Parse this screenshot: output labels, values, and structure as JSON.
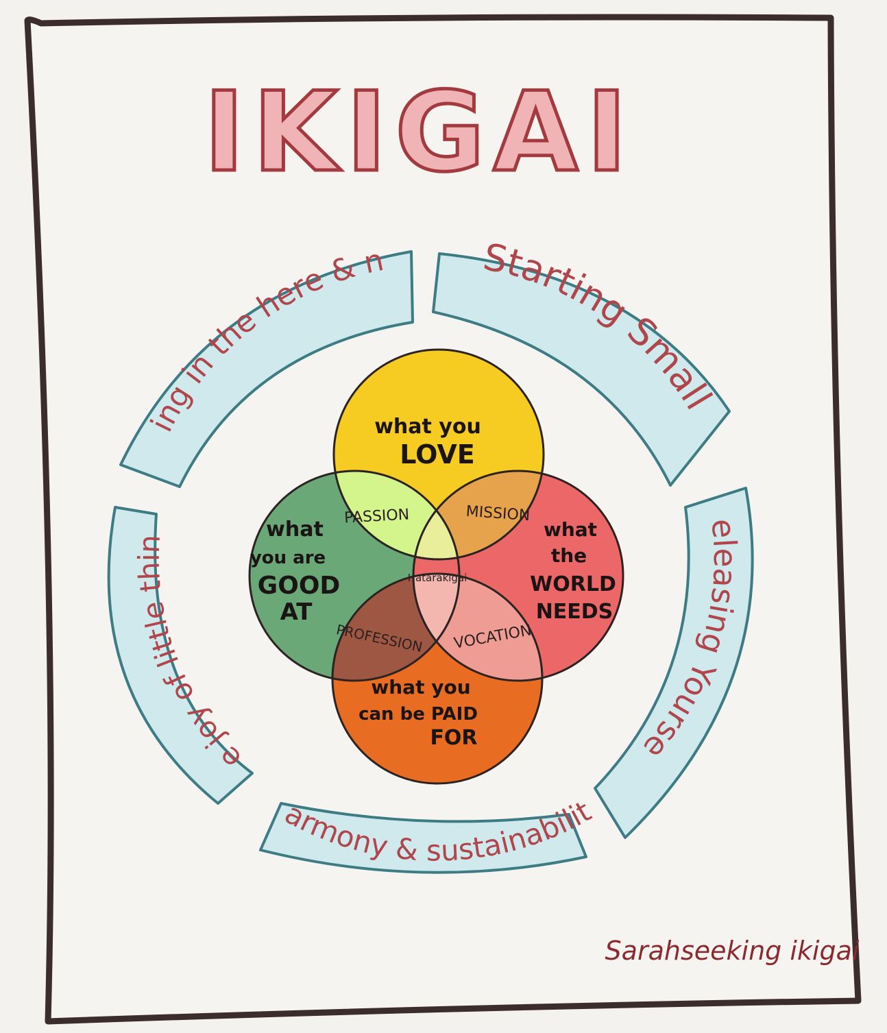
{
  "title": "IKIGAI",
  "colors": {
    "frame": "#3a2d2b",
    "title_stroke": "#a33a40",
    "title_fill": "#f0b3b6",
    "band_fill": "#cfe9ec",
    "band_stroke": "#3d7c85",
    "band_text": "#b0454b",
    "love": "#f6cc22",
    "good_at": "#6aa877",
    "world_needs": "#ec6767",
    "paid_for": "#e86c22",
    "passion": "#d4f48c",
    "mission": "#e7a24c",
    "profession": "#9e5743",
    "vocation": "#ef9d94",
    "center": "#bd90b2"
  },
  "circles": {
    "love": {
      "line1": "what you",
      "line2": "LOVE"
    },
    "good_at": {
      "line1": "what",
      "line2": "you are",
      "line3": "GOOD",
      "line4": "AT"
    },
    "world_needs": {
      "line1": "what",
      "line2": "the",
      "line3": "WORLD",
      "line4": "NEEDS"
    },
    "paid_for": {
      "line1": "what you",
      "line2": "can be PAID",
      "line3": "FOR"
    }
  },
  "overlaps": {
    "passion": "PASSION",
    "mission": "MISSION",
    "profession": "PROFESSION",
    "vocation": "VOCATION",
    "center": "Hatarakigai"
  },
  "pillars": [
    {
      "id": "being-here-now",
      "label": "Being in the here & now"
    },
    {
      "id": "starting-small",
      "label": "Starting Small"
    },
    {
      "id": "releasing-yourself",
      "label": "Releasing Yourself"
    },
    {
      "id": "harmony",
      "label": "Harmony & sustainability"
    },
    {
      "id": "joy-little-things",
      "label": "The joy of little things"
    }
  ],
  "signature": "Sarahseeking ikigai"
}
